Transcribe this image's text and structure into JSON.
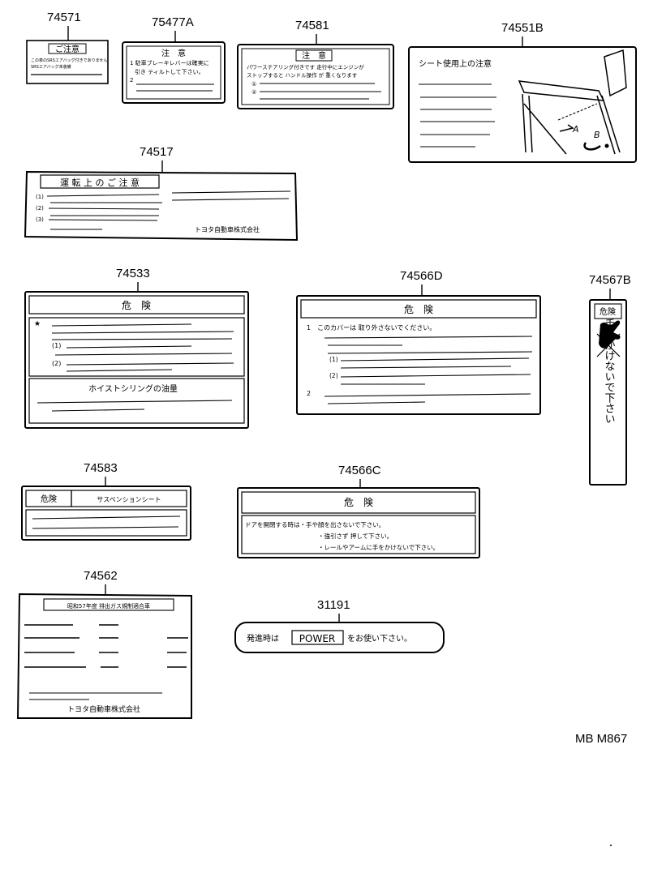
{
  "parts": [
    {
      "number": "74571",
      "lines": [
        "ご注意",
        "この車のSRSエアバッグ付きでありません",
        "SRSエアバッグ未装備"
      ]
    },
    {
      "number": "75477A",
      "lines": [
        "注　意",
        "1 駐車ブレーキレバーは確実に",
        "引き ティルトして下さい。",
        "2"
      ]
    },
    {
      "number": "74581",
      "lines": [
        "注　意",
        "パワーステアリング付きです 走行中にエンジンが",
        "ストップすると ハンドル操作 が 重くなります",
        "①",
        "②"
      ]
    },
    {
      "number": "74551B",
      "lines": [
        "シート使用上の注意",
        "A",
        "B"
      ]
    },
    {
      "number": "74517",
      "lines": [
        "運 転 上 の ご 注 意",
        "(1)",
        "(2)",
        "(3)",
        "トヨタ自動車株式会社"
      ]
    },
    {
      "number": "74533",
      "lines": [
        "危　険",
        "★",
        "(1)",
        "(2)",
        "ホイストシリングの油量"
      ]
    },
    {
      "number": "74566D",
      "lines": [
        "危　険",
        "1　このカバーは 取り外さないでください。",
        "(1)",
        "(2)",
        "2"
      ]
    },
    {
      "number": "74567B",
      "lines": [
        "危険",
        "手をかけないで下さい"
      ]
    },
    {
      "number": "74583",
      "lines": [
        "危険",
        "サスペンションシート"
      ]
    },
    {
      "number": "74566C",
      "lines": [
        "危　険",
        "ドアを開閉する時は・手や顔を出さないで下さい。",
        "・強引さず 押して下さい。",
        "・レールやアームに手をかけないで下さい。"
      ]
    },
    {
      "number": "74562",
      "lines": [
        "昭和57年度 排出ガス規制適合車",
        "トヨタ自動車株式会社"
      ]
    },
    {
      "number": "31191",
      "lines": [
        "発進時は",
        "POWER",
        "をお使い下さい。"
      ]
    }
  ],
  "footer": {
    "code": "MB M867"
  }
}
